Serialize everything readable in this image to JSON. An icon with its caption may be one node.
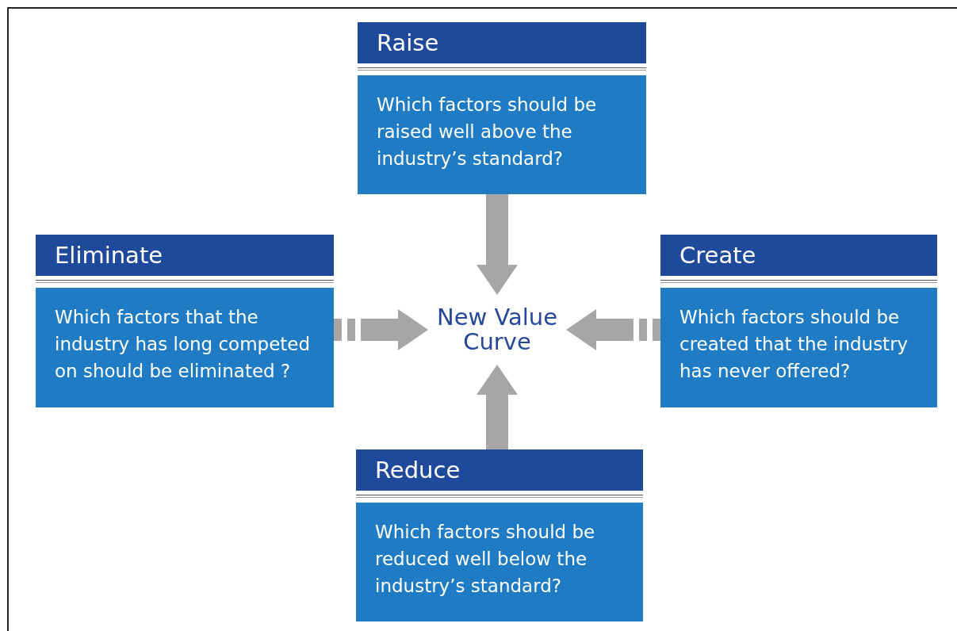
{
  "diagram": {
    "nodes": [
      {
        "text": [
          "Raise",
          "Which factors should be raised well above the industry’s standard?"
        ]
      },
      {
        "text": [
          "Eliminate",
          "Which factors that the industry has long competed on should be eliminated ?"
        ]
      },
      {
        "text": [
          "New Value Curve"
        ]
      },
      {
        "text": [
          "Create",
          "Which factors should be created that the industry has never offered?"
        ]
      },
      {
        "text": [
          "Reduce",
          "Which factors should be reduced well below the industry’s standard?"
        ]
      }
    ],
    "edges": [
      {
        "from": 0,
        "to": 2,
        "arrow": "to"
      },
      {
        "from": 1,
        "to": 2,
        "arrow": "to",
        "style": "dashed"
      },
      {
        "from": 3,
        "to": 2,
        "arrow": "to",
        "style": "dashed"
      },
      {
        "from": 4,
        "to": 2,
        "arrow": "to"
      }
    ]
  }
}
